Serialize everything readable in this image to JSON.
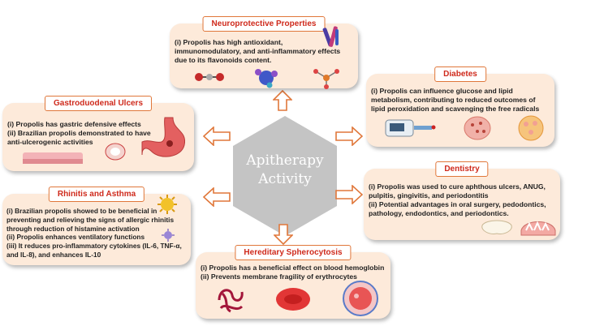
{
  "center": {
    "line1": "Apitherapy",
    "line2": "Activity"
  },
  "cards": {
    "neuroprotective": {
      "title": "Neuroprotective Properties",
      "lines": [
        "(i) Propolis has high antioxidant,",
        "immunomodulatory, and anti-inflammatory effects",
        "due to its flavonoids content."
      ]
    },
    "diabetes": {
      "title": "Diabetes",
      "lines": [
        "(i) Propolis can influence glucose and lipid",
        "metabolism, contributing to reduced outcomes of",
        "lipid peroxidation and scavenging the free radicals"
      ]
    },
    "gastroduodenal": {
      "title": "Gastroduodenal Ulcers",
      "lines": [
        "(i) Propolis has gastric defensive effects",
        "(ii) Brazilian propolis demonstrated to have",
        "anti-ulcerogenic activities"
      ]
    },
    "dentistry": {
      "title": "Dentistry",
      "lines": [
        "(i) Propolis was used to cure aphthous ulcers, ANUG,",
        "pulpitis, gingivitis, and periodontitis",
        "(ii) Potential advantages in oral surgery, pedodontics,",
        "pathology, endodontics, and periodontics."
      ]
    },
    "rhinitis": {
      "title": "Rhinitis and Asthma",
      "lines": [
        "(i) Brazilian propolis showed to be beneficial in",
        "preventing and relieving the signs of allergic rhinitis",
        "through reduction of histamine activation",
        "(ii) Propolis enhances ventilatory functions",
        "(iii) It reduces pro-inflammatory cytokines (IL-6, TNF-α,",
        "and IL-8), and enhances IL-10"
      ]
    },
    "spherocytosis": {
      "title": "Hereditary Spherocytosis",
      "lines": [
        "(i) Propolis has a beneficial effect on blood hemoglobin",
        "(ii) Prevents membrane fragility of erythrocytes"
      ]
    }
  },
  "colors": {
    "card_fill": "#fdeada",
    "title_border": "#e0773a",
    "title_text": "#cf2a1c",
    "hexagon": "#c4c4c4",
    "arrow_stroke": "#e0773a"
  }
}
